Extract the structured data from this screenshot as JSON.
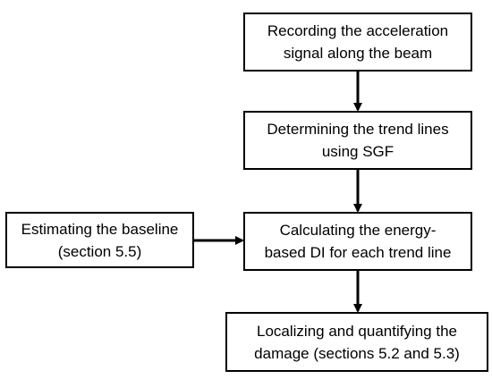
{
  "diagram": {
    "steps": {
      "record": {
        "line1": "Recording the acceleration",
        "line2": "signal along the beam"
      },
      "trend": {
        "line1": "Determining the trend lines",
        "line2": "using SGF"
      },
      "calc": {
        "line1": "Calculating the energy-",
        "line2": "based DI for each trend line"
      },
      "baseline": {
        "line1": "Estimating the baseline",
        "line2": "(section 5.5)"
      },
      "local": {
        "line1": "Localizing and quantifying the",
        "line2": "damage (sections 5.2 and 5.3)"
      }
    },
    "connections": [
      {
        "from": "record",
        "to": "trend"
      },
      {
        "from": "trend",
        "to": "calc"
      },
      {
        "from": "baseline",
        "to": "calc"
      },
      {
        "from": "calc",
        "to": "local"
      }
    ],
    "colors": {
      "stroke": "#000000",
      "fill": "#ffffff",
      "text": "#000000"
    }
  }
}
